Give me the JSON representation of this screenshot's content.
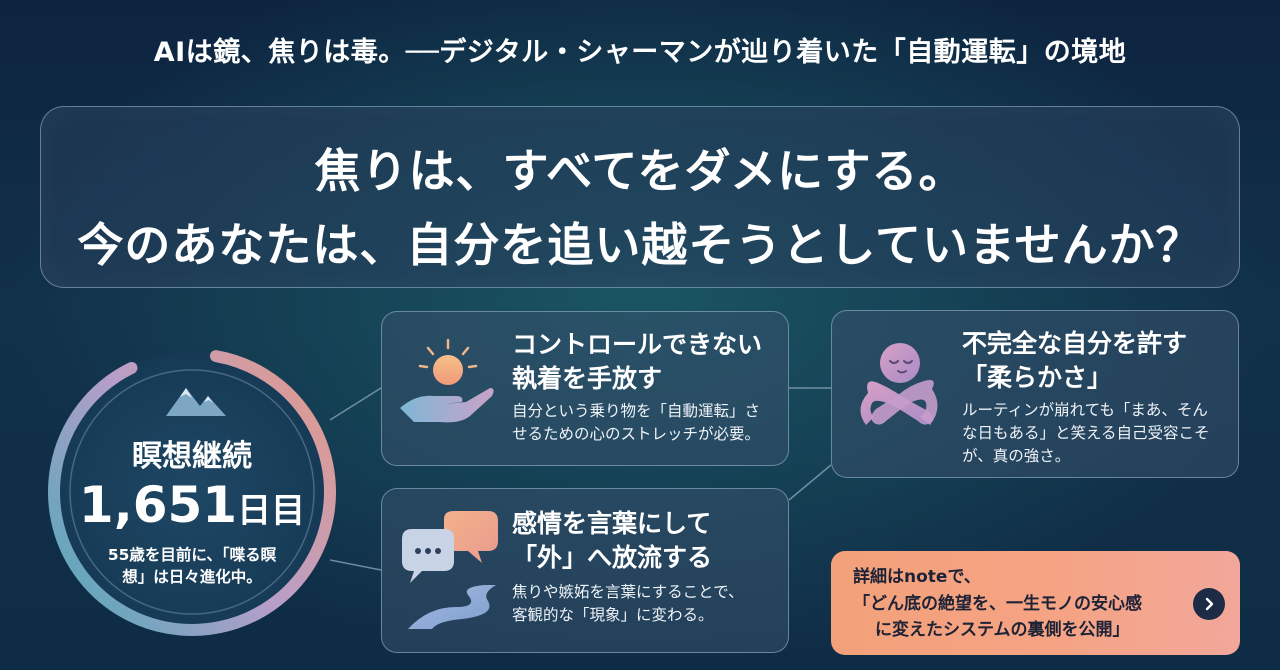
{
  "title": "AIは鏡、焦りは毒。──デジタル・シャーマンが辿り着いた「自動運転」の境地",
  "headline": {
    "line1": "焦りは、すべてをダメにする。",
    "line2": "今のあなたは、自分を追い越そうとしていませんか？"
  },
  "meditation": {
    "label": "瞑想継続",
    "days": "1,651",
    "unit": "日目",
    "note_line1": "55歳を目前に、「喋る瞑",
    "note_line2": "想」は日々進化中。",
    "icon": "mountain-icon"
  },
  "cards": {
    "release": {
      "title_line1": "コントロールできない",
      "title_line2": "執着を手放す",
      "body_line1": "自分という乗り物を「自動運転」さ",
      "body_line2": "せるための心のストレッチが必要。",
      "icon": "sun-hand-icon"
    },
    "emotion": {
      "title_line1": "感情を言葉にして",
      "title_line2": "「外」へ放流する",
      "body_line1": "焦りや嫉妬を言葉にすることで、",
      "body_line2": "客観的な「現象」に変わる。",
      "icon": "speech-river-icon"
    },
    "self": {
      "title_line1": "不完全な自分を許す",
      "title_line2": "「柔らかさ」",
      "body_line1": "ルーティンが崩れても「まあ、そん",
      "body_line2": "な日もある」と笑える自己受容こそ",
      "body_line3": "が、真の強さ。",
      "icon": "self-hug-icon"
    }
  },
  "cta": {
    "line1": "詳細はnoteで、",
    "line2": "「どん底の絶望を、一生モノの安心感",
    "line3": "に変えたシステムの裏側を公開」",
    "icon": "chevron-right-icon"
  },
  "colors": {
    "background": "#112f48",
    "cta_orange": "#f3a17a",
    "ring_accent": "#e59b8a"
  }
}
